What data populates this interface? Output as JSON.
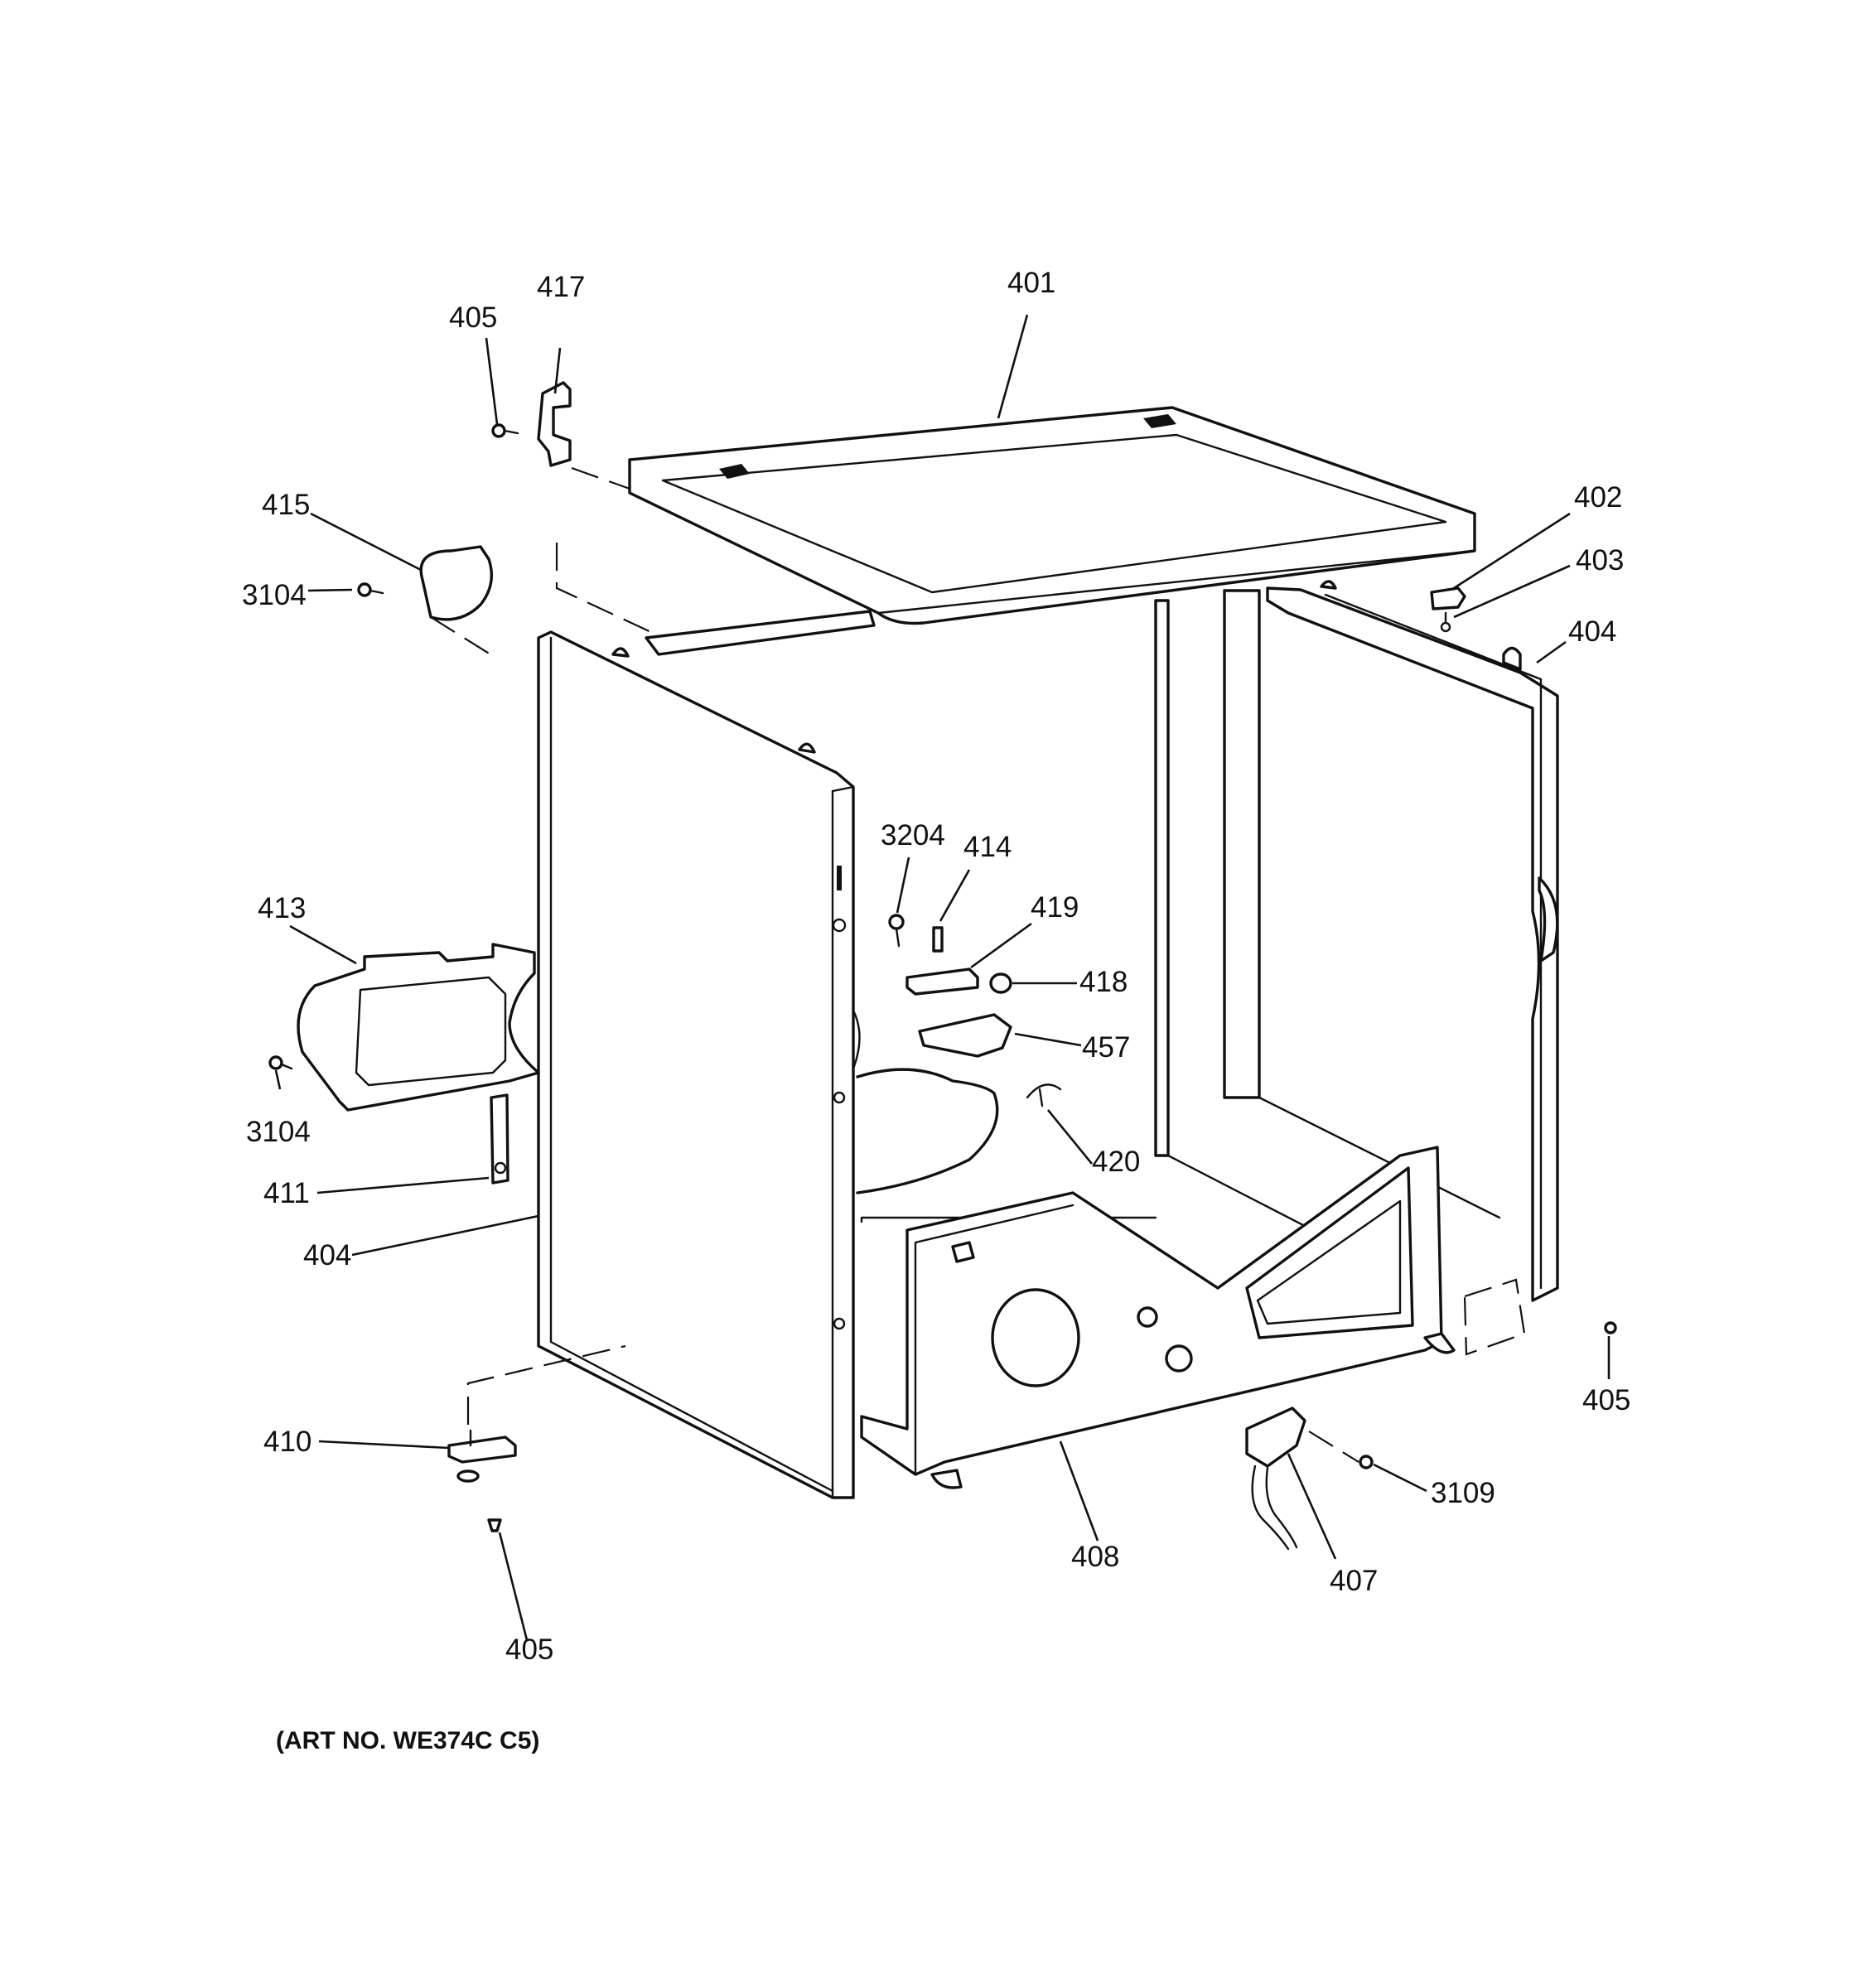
{
  "callouts": {
    "c401": "401",
    "c402": "402",
    "c403": "403",
    "c404_right": "404",
    "c404_left": "404",
    "c405_top": "405",
    "c405_right": "405",
    "c405_bottom": "405",
    "c407": "407",
    "c408": "408",
    "c410": "410",
    "c411": "411",
    "c413": "413",
    "c414": "414",
    "c415": "415",
    "c417": "417",
    "c418": "418",
    "c419": "419",
    "c420": "420",
    "c457": "457",
    "c3104_top": "3104",
    "c3104_bottom": "3104",
    "c3109": "3109",
    "c3204": "3204"
  },
  "caption": "(ART NO. WE374C C5)"
}
